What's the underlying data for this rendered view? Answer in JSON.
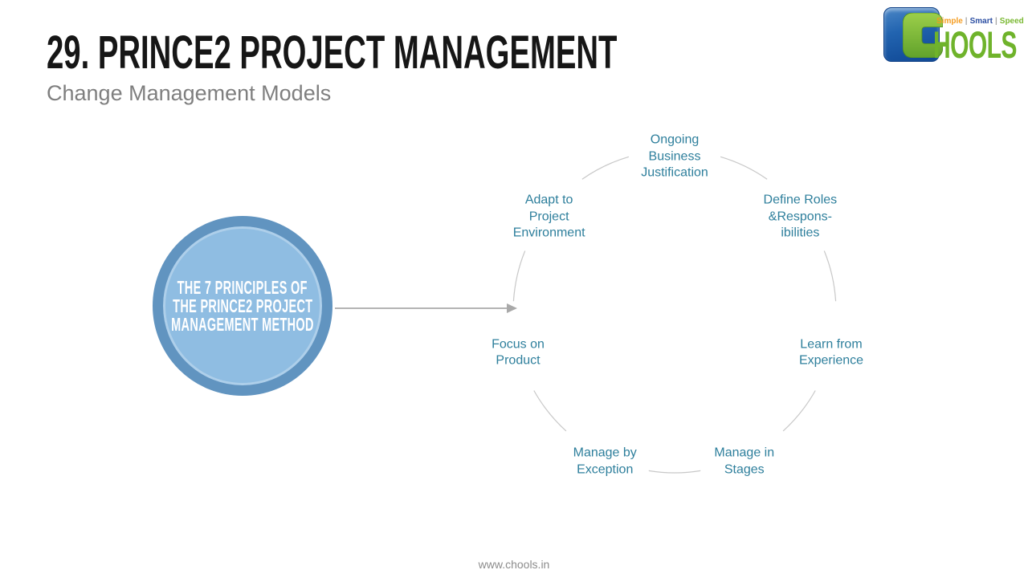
{
  "slide": {
    "title": "29. PRINCE2 PROJECT MANAGEMENT",
    "subtitle": "Change Management Models",
    "footer": "www.chools.in"
  },
  "logo": {
    "letter": "C",
    "word": "HOOLS",
    "tagline": [
      "Simple",
      "Smart",
      "Speed"
    ],
    "separator": "|",
    "colors": {
      "square_blue": "#1b55a5",
      "green": "#6fb32b",
      "tagline_orange": "#f59c20",
      "tagline_navy": "#2b4ea2",
      "tagline_green": "#7ab832"
    }
  },
  "center_circle": {
    "lines": [
      "THE 7 PRINCIPLES OF",
      "THE PRINCE2 PROJECT",
      "MANAGEMENT METHOD"
    ],
    "fill": "#8fbde2",
    "ring": "#6194c0",
    "text_color": "#ffffff"
  },
  "diagram": {
    "principles": [
      {
        "name": "ongoing-business-justification",
        "lines": [
          "Ongoing",
          "Business",
          "Justification"
        ]
      },
      {
        "name": "define-roles-responsibilities",
        "lines": [
          "Define Roles",
          "&Respons-",
          "ibilities"
        ]
      },
      {
        "name": "learn-from-experience",
        "lines": [
          "Learn from",
          "Experience"
        ]
      },
      {
        "name": "manage-in-stages",
        "lines": [
          "Manage in",
          "Stages"
        ]
      },
      {
        "name": "manage-by-exception",
        "lines": [
          "Manage by",
          "Exception"
        ]
      },
      {
        "name": "focus-on-product",
        "lines": [
          "Focus on",
          "Product"
        ]
      },
      {
        "name": "adapt-to-project-environment",
        "lines": [
          "Adapt to",
          "Project",
          "Environment"
        ]
      }
    ],
    "label_color": "#2e7f9c",
    "arc_color": "#c8c8c8",
    "arrow_color": "#a9a9a9"
  }
}
